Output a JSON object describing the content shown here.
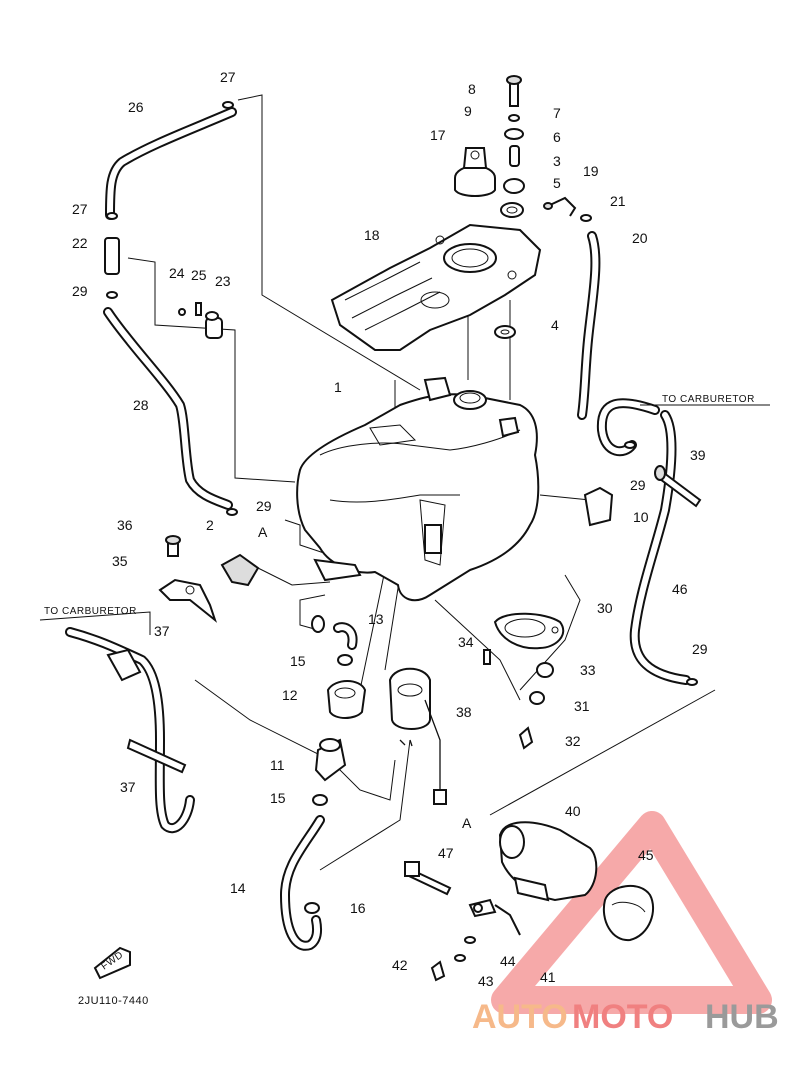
{
  "diagram": {
    "part_numbers": [
      "1",
      "2",
      "3",
      "4",
      "5",
      "6",
      "7",
      "8",
      "9",
      "10",
      "11",
      "12",
      "13",
      "14",
      "15",
      "15",
      "16",
      "17",
      "18",
      "19",
      "20",
      "21",
      "22",
      "23",
      "24",
      "25",
      "26",
      "27",
      "27",
      "28",
      "29",
      "29",
      "29",
      "29",
      "30",
      "31",
      "32",
      "33",
      "34",
      "35",
      "36",
      "37",
      "37",
      "38",
      "39",
      "40",
      "41",
      "42",
      "43",
      "44",
      "45",
      "46",
      "47"
    ],
    "notes": {
      "to_carburetor_right": "TO CARBURETOR",
      "to_carburetor_left": "TO CARBURETOR",
      "ref_a_upper": "A",
      "ref_a_lower": "A",
      "fwd": "FWD"
    },
    "drawing_code": "2JU110-7440"
  },
  "watermark": {
    "part1": "AUTO",
    "part2": "MOTO",
    "part3": "HUB",
    "colors": {
      "auto": "#f6b98a",
      "moto": "#f08080",
      "hub": "#9a9a9a",
      "triangle": "#f5a0a0"
    }
  }
}
